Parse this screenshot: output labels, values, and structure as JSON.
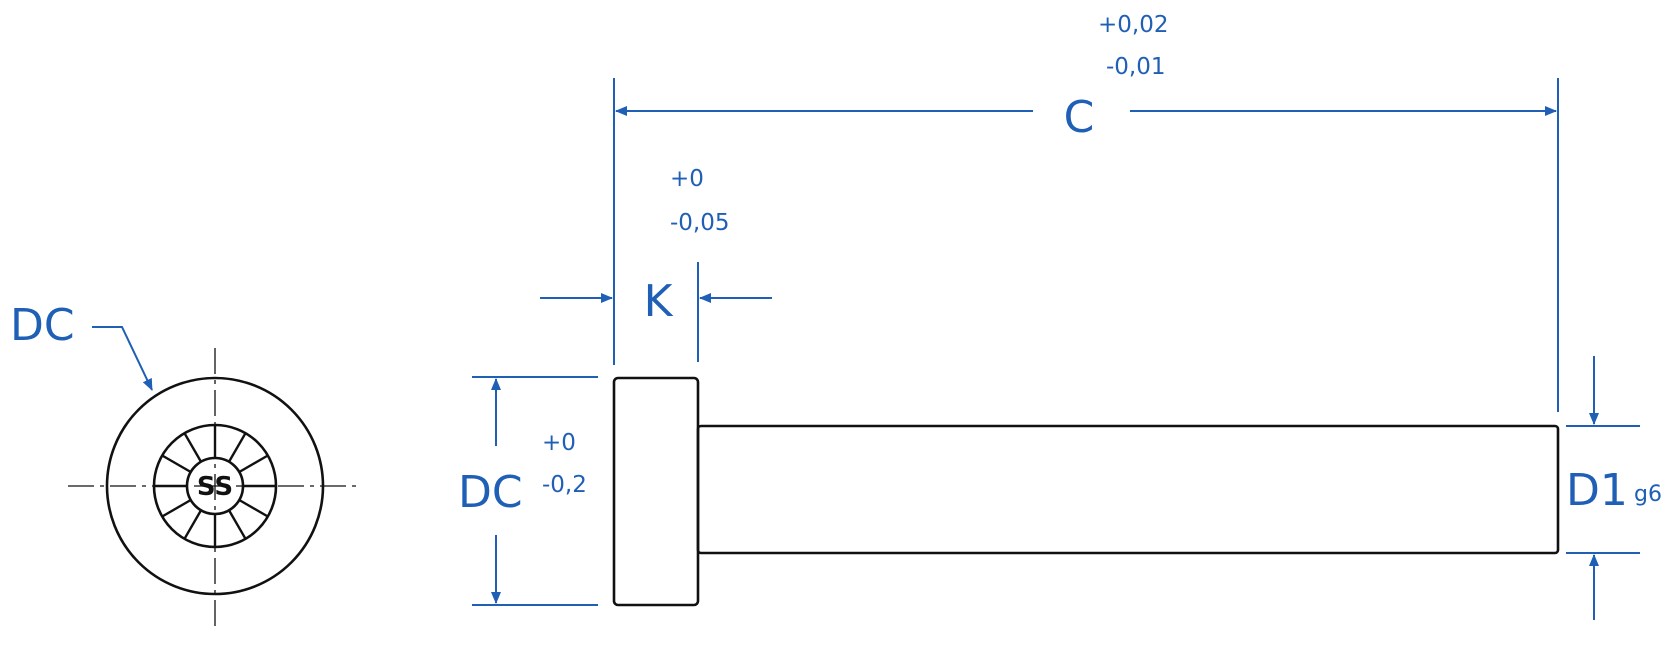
{
  "dimensions": {
    "length": {
      "label": "C",
      "tol_upper": "+0,02",
      "tol_lower": "-0,01"
    },
    "head_height": {
      "label": "K",
      "tol_upper": "+0",
      "tol_lower": "-0,05"
    },
    "head_diameter": {
      "label": "DC",
      "tol_upper": "+0",
      "tol_lower": "-0,2"
    },
    "shank_diameter": {
      "label": "D1",
      "fit": "g6"
    },
    "end_view_callout": {
      "label": "DC"
    }
  },
  "end_view": {
    "marking": "SS"
  },
  "colors": {
    "dimension": "#1f5fb6",
    "outline": "#111111"
  }
}
